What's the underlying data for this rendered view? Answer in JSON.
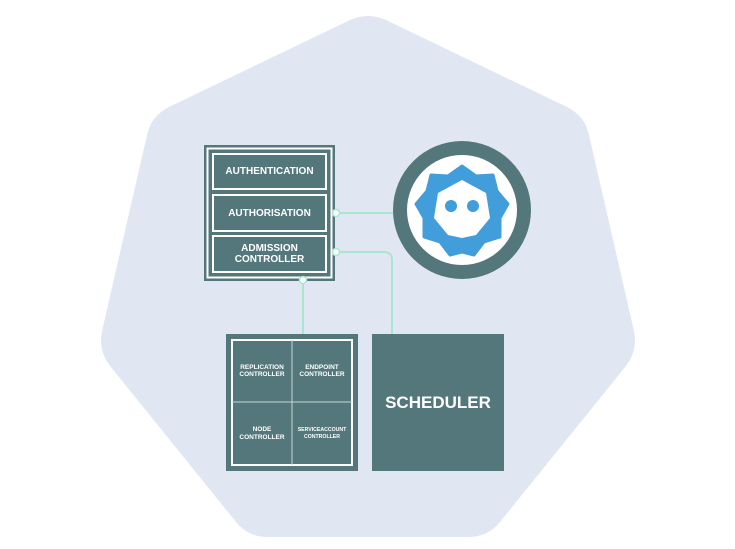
{
  "colors": {
    "background": "#ffffff",
    "heptagon": "#e1e7f2",
    "box": "#53777a",
    "box_border": "#ffffff",
    "connector": "#a8e6cf",
    "etcd_blue": "#419eda"
  },
  "api_server": {
    "items": [
      {
        "label": "AUTHENTICATION"
      },
      {
        "label": "AUTHORISATION"
      },
      {
        "label": "ADMISSION\nCONTROLLER"
      }
    ]
  },
  "etcd": {
    "icon": "etcd-logo-icon"
  },
  "controller_manager": {
    "items": [
      {
        "label": "REPLICATION\nCONTROLLER"
      },
      {
        "label": "ENDPOINT\nCONTROLLER"
      },
      {
        "label": "NODE\nCONTROLLER"
      },
      {
        "label": "SERVICEACCOUNT\nCONTROLLER"
      }
    ]
  },
  "scheduler": {
    "label": "SCHEDULER"
  }
}
